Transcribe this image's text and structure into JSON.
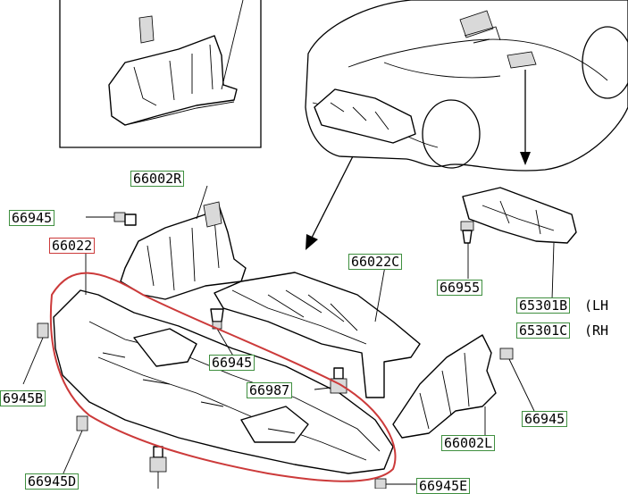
{
  "labels": {
    "p66002R": "66002R",
    "p66945_top": "66945",
    "p66022": "66022",
    "p66022C": "66022C",
    "p66955": "66955",
    "p65301B": "65301B",
    "p65301B_side": "(LH",
    "p65301C": "65301C",
    "p65301C_side": "(RH",
    "p66945B": "6945B",
    "p66945_mid": "66945",
    "p66987": "66987",
    "p66945_right": "66945",
    "p66002L": "66002L",
    "p66945D": "66945D",
    "p66945E": "66945E"
  },
  "colors": {
    "highlight_outline": "#cc3a3a",
    "label_border": "#3f8f3f",
    "line": "#000000"
  }
}
